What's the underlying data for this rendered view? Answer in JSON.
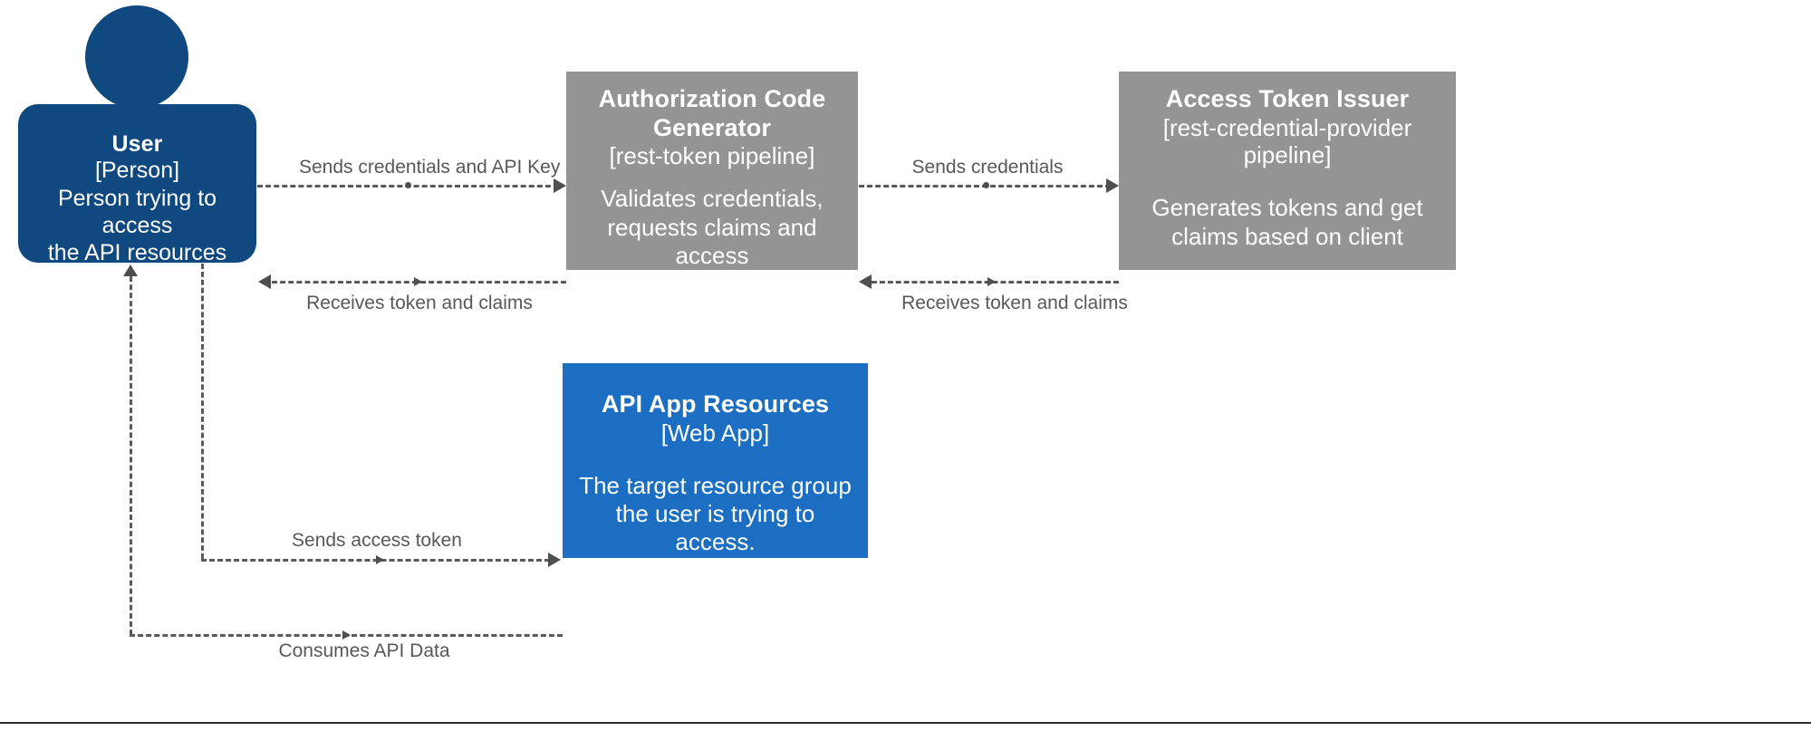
{
  "diagram": {
    "type": "c4-container-diagram",
    "background": "#ffffff",
    "colors": {
      "person": "#10497f",
      "external_system": "#949494",
      "web_app": "#1b6ec2",
      "relationship_line": "#5a5a5a",
      "relationship_label": "#56585a",
      "node_text": "#ffffff"
    }
  },
  "nodes": {
    "user": {
      "title": "User",
      "technology": "[Person]",
      "description_line1": "Person trying to access",
      "description_line2": "the API resources",
      "shape": "person",
      "color": "#10497f"
    },
    "auth_code_generator": {
      "title_line1": "Authorization Code",
      "title_line2": "Generator",
      "technology": "[rest-token pipeline]",
      "description_line1": "Validates credentials,",
      "description_line2": "requests claims and access",
      "shape": "container",
      "color": "#949494"
    },
    "access_token_issuer": {
      "title": "Access Token Issuer",
      "technology_line1": "[rest-credential-provider",
      "technology_line2": "pipeline]",
      "description_line1": "Generates tokens and get",
      "description_line2": "claims based on client",
      "shape": "container",
      "color": "#949494"
    },
    "api_app_resources": {
      "title": "API App Resources",
      "technology": "[Web App]",
      "description_line1": "The target resource group",
      "description_line2": "the user is trying to access.",
      "shape": "container",
      "color": "#1b6ec2"
    }
  },
  "relationships": [
    {
      "id": "r1",
      "from": "user",
      "to": "auth_code_generator",
      "label": "Sends credentials and API Key",
      "direction": "right"
    },
    {
      "id": "r2",
      "from": "auth_code_generator",
      "to": "user",
      "label": "Receives token and claims",
      "direction": "left"
    },
    {
      "id": "r3",
      "from": "auth_code_generator",
      "to": "access_token_issuer",
      "label": "Sends credentials",
      "direction": "right"
    },
    {
      "id": "r4",
      "from": "access_token_issuer",
      "to": "auth_code_generator",
      "label": "Receives token and claims",
      "direction": "left"
    },
    {
      "id": "r5",
      "from": "user",
      "to": "api_app_resources",
      "label": "Sends access token",
      "direction": "right"
    },
    {
      "id": "r6",
      "from": "api_app_resources",
      "to": "user",
      "label": "Consumes API Data",
      "direction": "left"
    }
  ]
}
